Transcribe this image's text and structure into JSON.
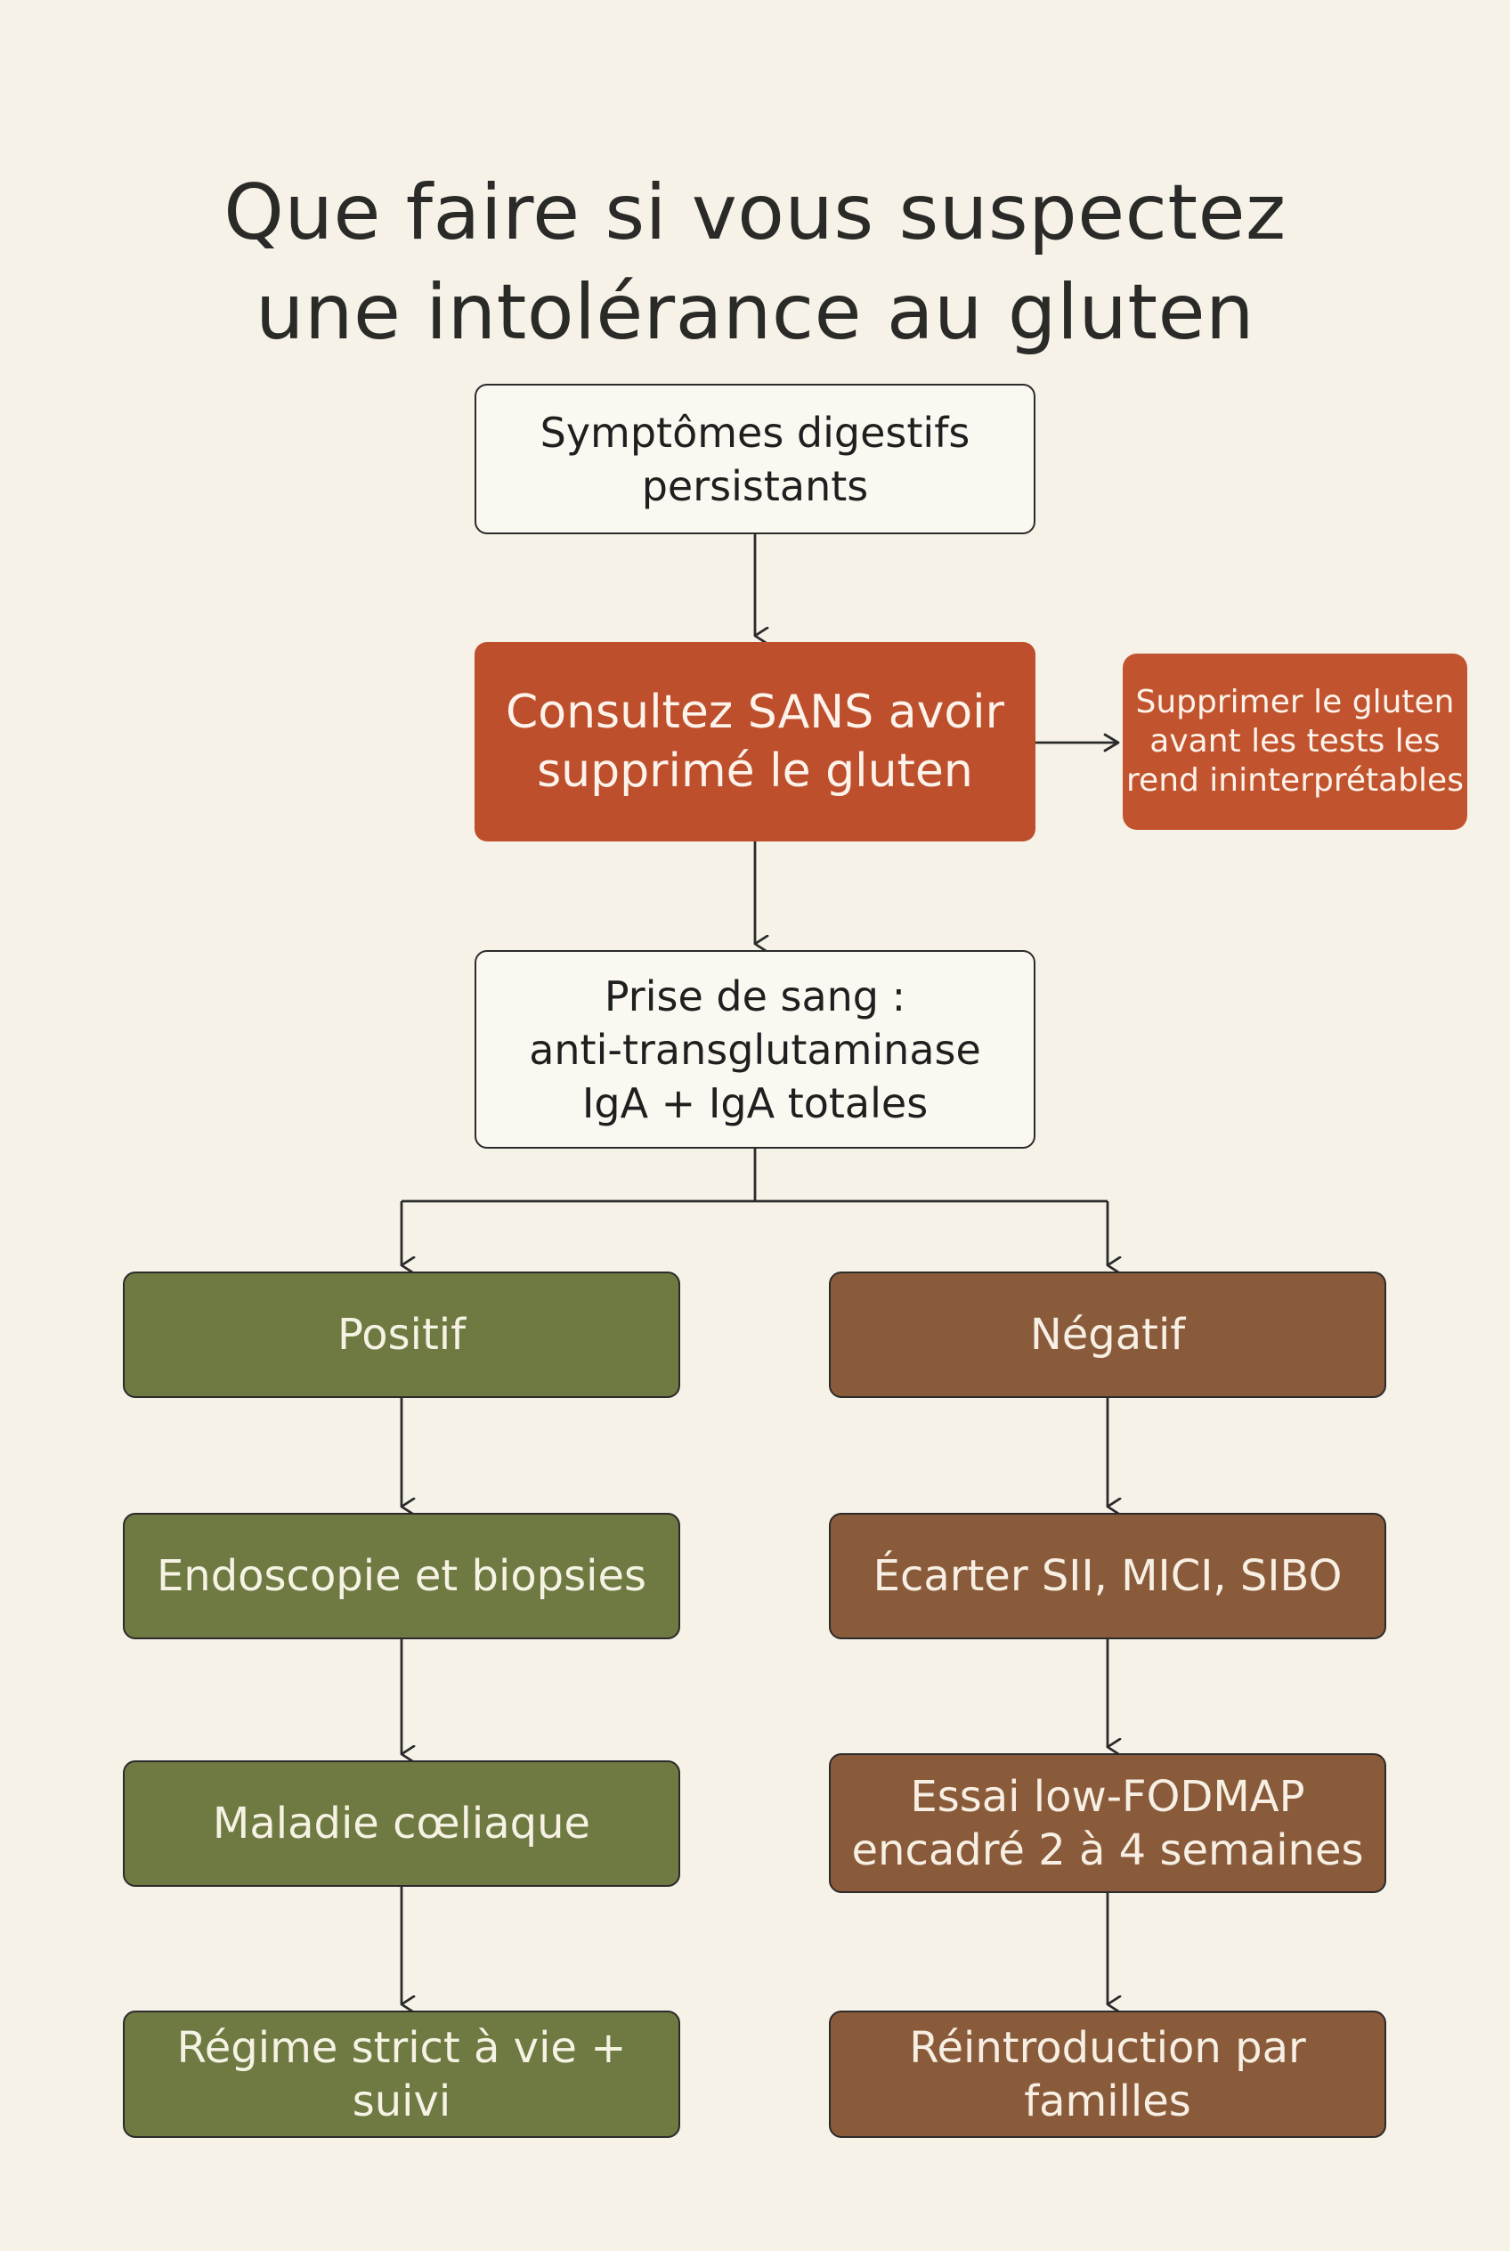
{
  "title": {
    "line1": "Que faire si vous suspectez",
    "line2": "une intolérance au gluten"
  },
  "nodes": {
    "symptoms": "Symptômes digestifs\npersistants",
    "consult": "Consultez SANS avoir\nsupprimé le gluten",
    "warning": "Supprimer le gluten\navant les tests les\nrend ininterprétables",
    "blood_test": "Prise de sang :\nanti-transglutaminase\nIgA + IgA totales",
    "positive": "Positif",
    "negative": "Négatif",
    "endoscopy": "Endoscopie et biopsies",
    "celiac": "Maladie cœliaque",
    "strict_diet": "Régime strict à vie + suivi",
    "rule_out": "Écarter SII, MICI, SIBO",
    "fodmap": "Essai low-FODMAP\nencadré 2 à 4 semaines",
    "reintroduction": "Réintroduction par familles"
  },
  "colors": {
    "background": "#f7f2e7",
    "orange": "#bd4f2d",
    "green": "#6e7a41",
    "brown": "#8a5b3a",
    "line": "#2b2b2b"
  }
}
